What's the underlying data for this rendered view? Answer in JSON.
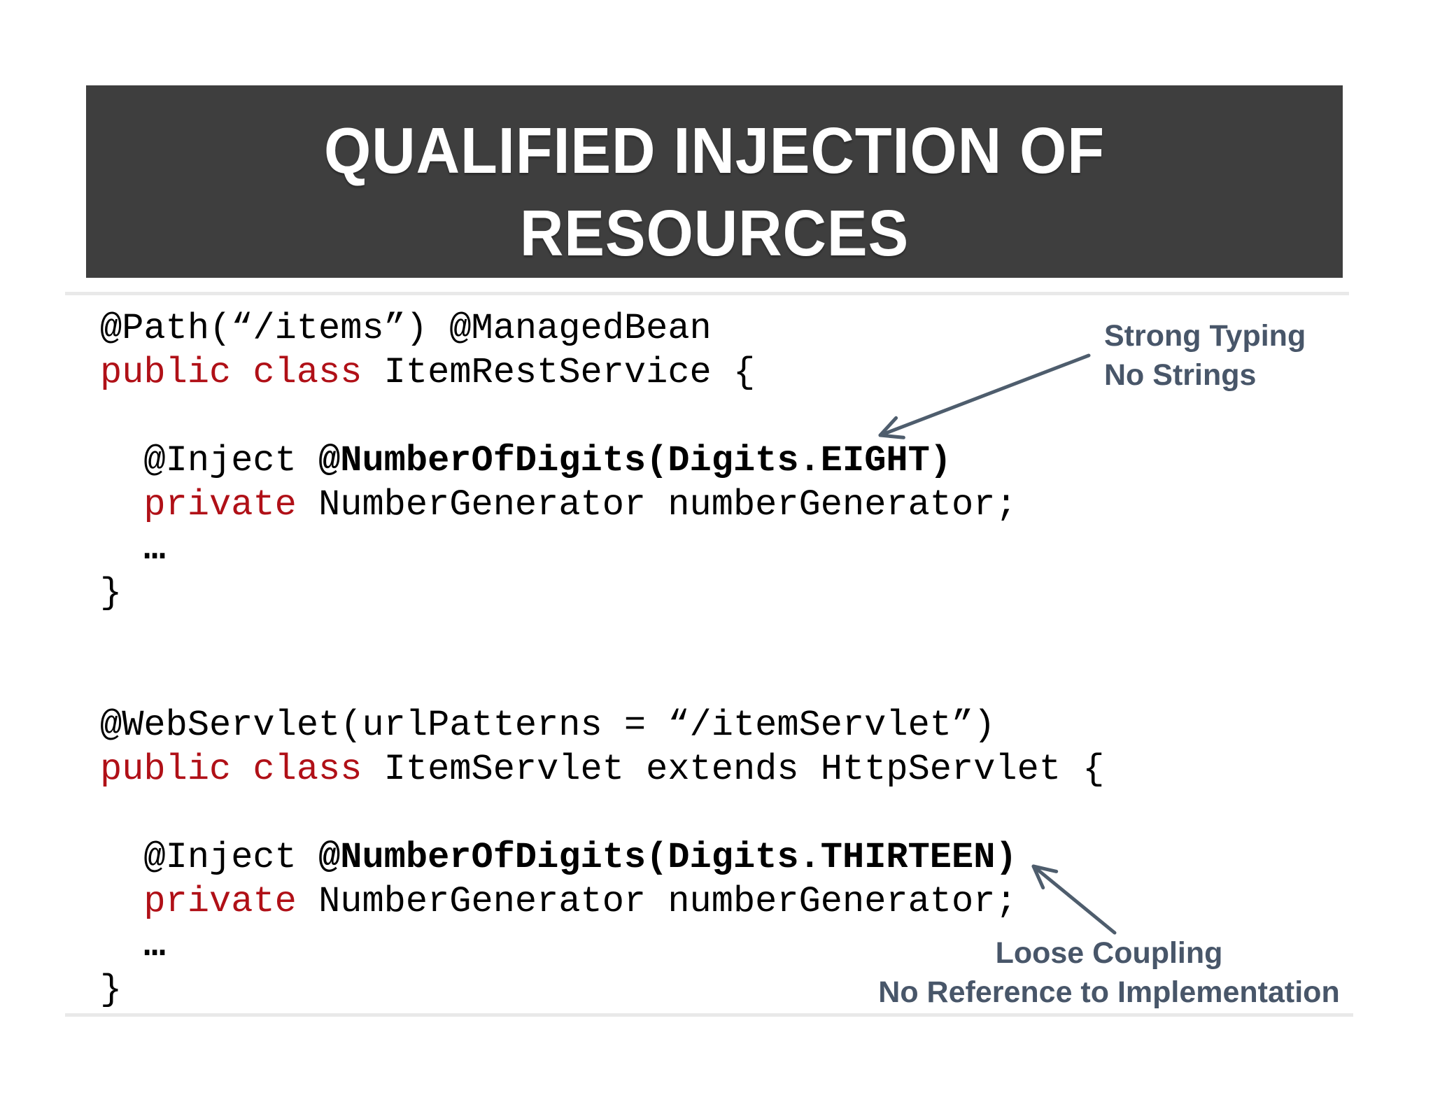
{
  "title": {
    "lines": [
      "QUALIFIED INJECTION OF",
      "RESOURCES"
    ]
  },
  "code": {
    "lines": [
      [
        {
          "t": "@Path(“/items”) @ManagedBean",
          "s": "p"
        }
      ],
      [
        {
          "t": "public class",
          "s": "k"
        },
        {
          "t": " ItemRestService {",
          "s": "p"
        }
      ],
      [],
      [
        {
          "t": "  @Inject ",
          "s": "p"
        },
        {
          "t": "@NumberOfDigits(Digits.EIGHT)",
          "s": "b"
        }
      ],
      [
        {
          "t": "  ",
          "s": "p"
        },
        {
          "t": "private",
          "s": "k"
        },
        {
          "t": " NumberGenerator numberGenerator;",
          "s": "p"
        }
      ],
      [
        {
          "t": "  …",
          "s": "b"
        }
      ],
      [
        {
          "t": "}",
          "s": "p"
        }
      ],
      [],
      [],
      [
        {
          "t": "@WebServlet(urlPatterns = “/itemServlet”)",
          "s": "p"
        }
      ],
      [
        {
          "t": "public class",
          "s": "k"
        },
        {
          "t": " ItemServlet extends HttpServlet {",
          "s": "p"
        }
      ],
      [],
      [
        {
          "t": "  @Inject ",
          "s": "p"
        },
        {
          "t": "@NumberOfDigits(Digits.THIRTEEN)",
          "s": "b"
        }
      ],
      [
        {
          "t": "  ",
          "s": "p"
        },
        {
          "t": "private",
          "s": "k"
        },
        {
          "t": " NumberGenerator numberGenerator;",
          "s": "p"
        }
      ],
      [
        {
          "t": "  …",
          "s": "b"
        }
      ],
      [
        {
          "t": "}",
          "s": "p"
        }
      ]
    ]
  },
  "annotations": {
    "strong_typing": {
      "lines": [
        "Strong Typing",
        "No Strings"
      ]
    },
    "loose_coupling": {
      "lines": [
        "Loose Coupling",
        "No Reference to Implementation"
      ]
    }
  },
  "icons": {
    "arrow_strong_typing": "arrow-pointing-down-left-to-code",
    "arrow_loose_coupling": "arrow-pointing-up-left-to-code"
  },
  "colors": {
    "page_bg": "#ffffff",
    "header_bg": "#3e3e3e",
    "title_text": "#ffffff",
    "code_text": "#000000",
    "keyword_red": "#b01017",
    "annotation_slate": "#485669",
    "arrow": "#4e5d6d",
    "divider": "#e9e9e9"
  }
}
